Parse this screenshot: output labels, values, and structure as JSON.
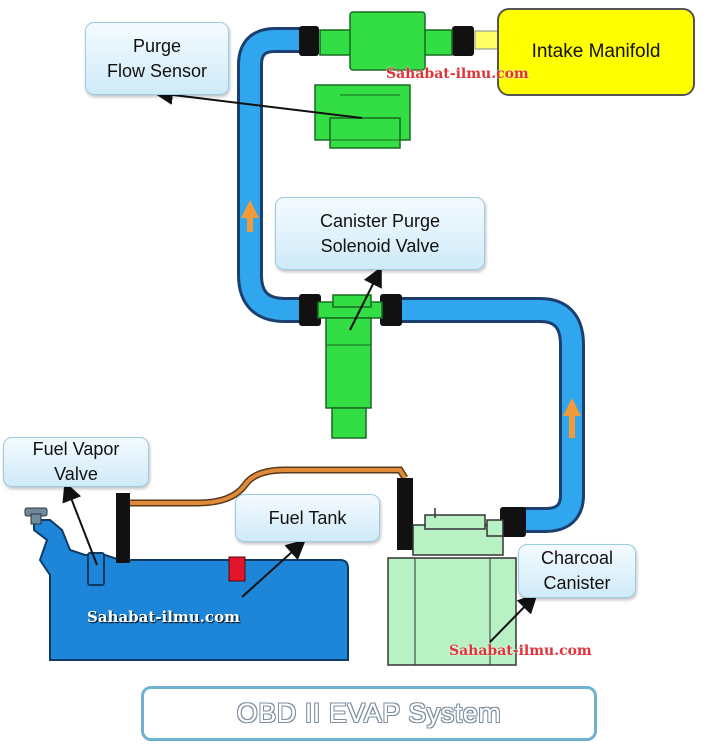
{
  "diagram": {
    "title": "OBD II EVAP System",
    "components": {
      "intake_manifold": "Intake Manifold",
      "purge_flow_sensor": "Purge\nFlow Sensor",
      "canister_purge_solenoid_valve": "Canister Purge\nSolenoid Valve",
      "fuel_vapor_valve": "Fuel Vapor\nValve",
      "fuel_tank": "Fuel Tank",
      "charcoal_canister": "Charcoal\nCanister"
    },
    "watermarks": {
      "top": "Sahabat-ilmu.com",
      "tank": "Sahabat-ilmu.com",
      "bottom": "Sahabat-ilmu.com"
    },
    "colors": {
      "hose": "#2fa6ee",
      "hose_outline": "#1b3f6e",
      "valve_green": "#33dd44",
      "canister_green": "#b8f2c4",
      "tank_blue": "#1d86d8",
      "intake_yellow": "#ffff00",
      "callout_fill": "#dff1fb",
      "flow_arrow": "#f39a3a",
      "vapor_line": "#e08a3c",
      "watermark": "#e0333a"
    },
    "flow_direction": "canister-to-intake"
  }
}
